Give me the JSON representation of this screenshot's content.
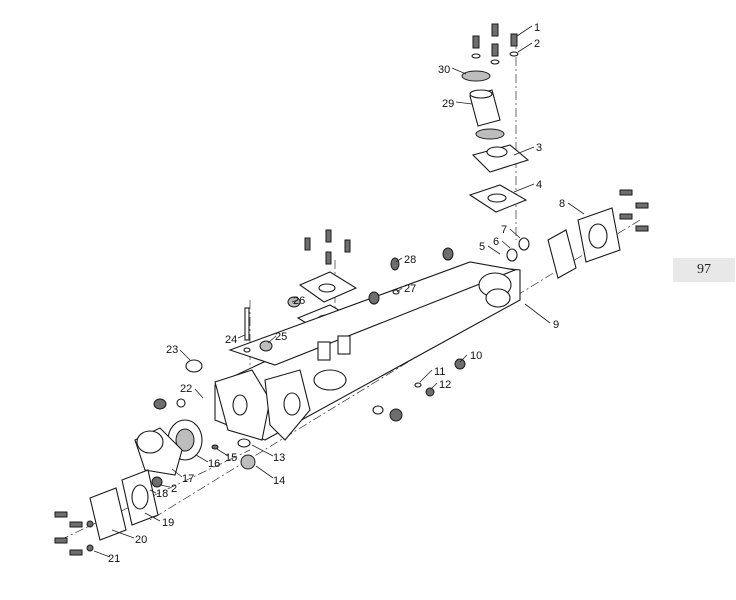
{
  "page_number": "97",
  "callouts": [
    {
      "id": "1",
      "text": "1"
    },
    {
      "id": "2",
      "text": "2"
    },
    {
      "id": "30",
      "text": "30"
    },
    {
      "id": "29",
      "text": "29"
    },
    {
      "id": "3",
      "text": "3"
    },
    {
      "id": "4",
      "text": "4"
    },
    {
      "id": "8",
      "text": "8"
    },
    {
      "id": "7",
      "text": "7"
    },
    {
      "id": "6",
      "text": "6"
    },
    {
      "id": "5",
      "text": "5"
    },
    {
      "id": "28",
      "text": "28"
    },
    {
      "id": "27",
      "text": "27"
    },
    {
      "id": "26",
      "text": "26"
    },
    {
      "id": "9",
      "text": "9"
    },
    {
      "id": "24",
      "text": "24"
    },
    {
      "id": "25",
      "text": "25"
    },
    {
      "id": "23",
      "text": "23"
    },
    {
      "id": "10",
      "text": "10"
    },
    {
      "id": "11",
      "text": "11"
    },
    {
      "id": "12",
      "text": "12"
    },
    {
      "id": "22",
      "text": "22"
    },
    {
      "id": "13",
      "text": "13"
    },
    {
      "id": "15",
      "text": "15"
    },
    {
      "id": "16",
      "text": "16"
    },
    {
      "id": "17",
      "text": "17"
    },
    {
      "id": "14",
      "text": "14"
    },
    {
      "id": "2b",
      "text": "2"
    },
    {
      "id": "18",
      "text": "18"
    },
    {
      "id": "19",
      "text": "19"
    },
    {
      "id": "20",
      "text": "20"
    },
    {
      "id": "21",
      "text": "21"
    }
  ]
}
